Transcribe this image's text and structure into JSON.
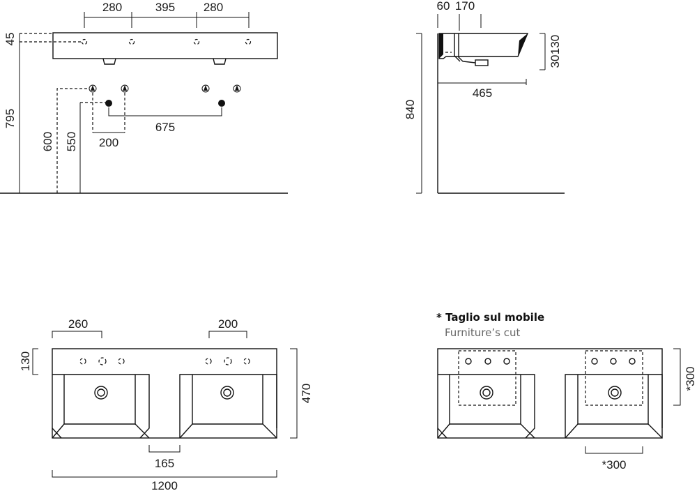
{
  "front_elevation": {
    "top_dims": [
      "280",
      "395",
      "280"
    ],
    "left_dims": [
      "45",
      "795",
      "600",
      "550"
    ],
    "inner_dims": [
      "200",
      "675"
    ]
  },
  "side_section": {
    "top_dims": [
      "60",
      "170"
    ],
    "right_dims": [
      "30",
      "130"
    ],
    "width_dim": "465",
    "height_dim": "840"
  },
  "plan_view": {
    "top_dims": [
      "260",
      "200"
    ],
    "left_dim": "130",
    "right_dim": "470",
    "gap_dim": "165",
    "width_dim": "1200"
  },
  "cut_view": {
    "note_title": "* Taglio sul mobile",
    "note_subtitle": "Furniture’s cut",
    "right_dim": "*300",
    "bottom_dim": "*300"
  }
}
